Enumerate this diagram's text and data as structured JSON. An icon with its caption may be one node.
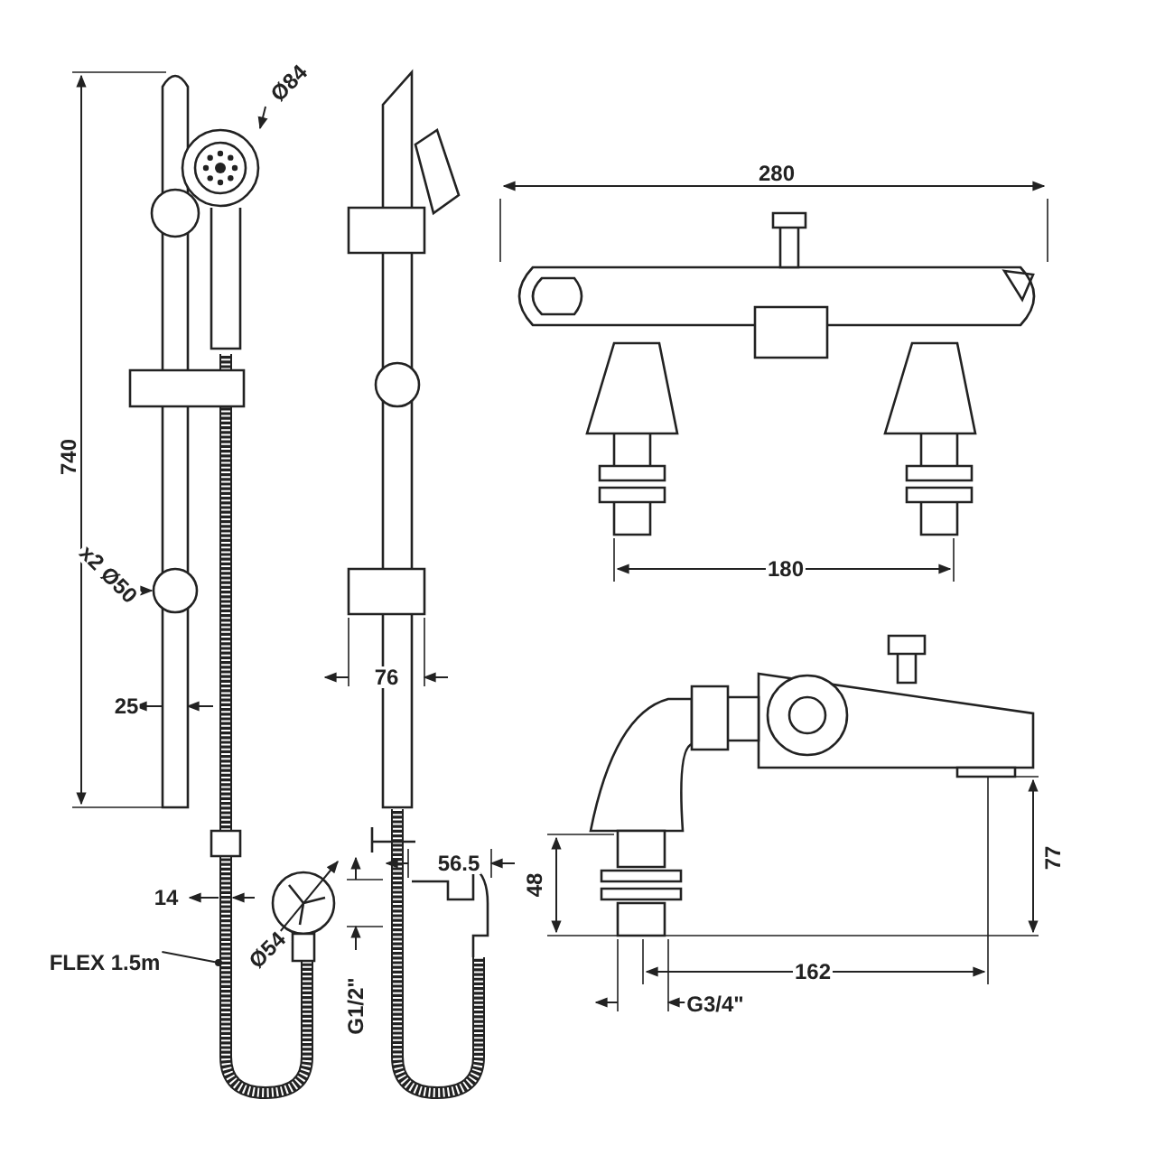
{
  "diagram": {
    "nodes": [
      {
        "text": [
          "Ø84"
        ]
      },
      {
        "text": [],
        "shape": "picture"
      },
      {
        "text": [
          "x2 Ø50"
        ]
      },
      {
        "text": [],
        "shape": "circle"
      },
      {
        "text": [
          "FLEX 1.5m"
        ]
      },
      {
        "text": [],
        "shape": "picture"
      }
    ],
    "edges": [
      {
        "from": 0,
        "to": 1,
        "arrow": "to"
      },
      {
        "from": 2,
        "to": 3,
        "arrow": "to"
      },
      {
        "from": 4,
        "to": 5,
        "arrow": "other"
      }
    ],
    "labels": [
      "740",
      "25",
      "14",
      "76",
      "56.5",
      "G1/2\"",
      "Ø54",
      "280",
      "180",
      "48",
      "77",
      "162",
      "G3/4\""
    ]
  }
}
